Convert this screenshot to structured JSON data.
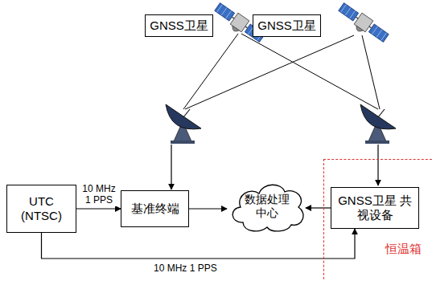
{
  "diagram": {
    "nodes": [
      {
        "text": [
          "GNSS卫星"
        ]
      },
      {
        "text": [
          "GNSS卫星"
        ]
      },
      {
        "text": [
          "UTC (NTSC)"
        ]
      },
      {
        "text": [
          "基准终端"
        ]
      },
      {
        "text": [
          "数据处理 中心"
        ]
      },
      {
        "text": [
          "恒温箱"
        ]
      },
      {
        "text": [
          "GNSS卫星 共视设备"
        ],
        "in": 5
      }
    ],
    "edges": [
      {
        "from": 2,
        "to": 3,
        "label": "10 MHz 1 PPS",
        "arrow": "to"
      },
      {
        "from": 3,
        "to": 4,
        "arrow": "to"
      },
      {
        "from": 6,
        "to": 4,
        "arrow": "to"
      },
      {
        "from": 2,
        "to": 6,
        "label": "10 MHz 1 PPS",
        "arrow": "to"
      }
    ]
  }
}
